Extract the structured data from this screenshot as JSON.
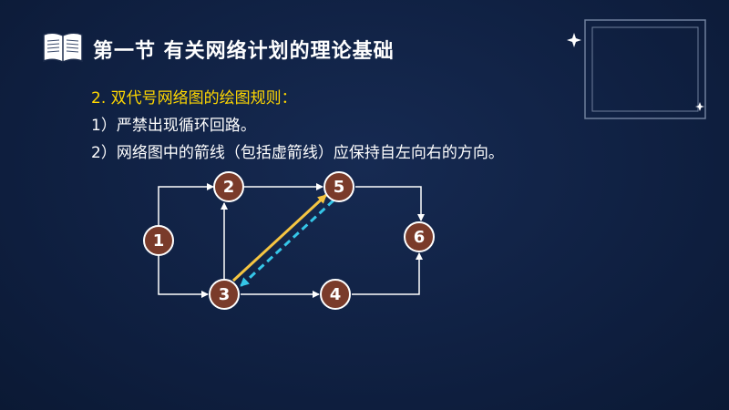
{
  "slide": {
    "title": "第一节 有关网络计划的理论基础",
    "rule_heading": "2. 双代号网络图的绘图规则：",
    "rules": [
      "1）严禁出现循环回路。",
      "2）网络图中的箭线（包括虚箭线）应保持自左向右的方向。"
    ]
  },
  "diagram": {
    "nodes": [
      {
        "id": "1",
        "label": "1"
      },
      {
        "id": "2",
        "label": "2"
      },
      {
        "id": "3",
        "label": "3"
      },
      {
        "id": "4",
        "label": "4"
      },
      {
        "id": "5",
        "label": "5"
      },
      {
        "id": "6",
        "label": "6"
      }
    ],
    "edges": [
      {
        "from": "1",
        "to": "2",
        "style": "solid"
      },
      {
        "from": "1",
        "to": "3",
        "style": "solid"
      },
      {
        "from": "3",
        "to": "2",
        "style": "solid"
      },
      {
        "from": "2",
        "to": "5",
        "style": "solid"
      },
      {
        "from": "3",
        "to": "4",
        "style": "solid"
      },
      {
        "from": "4",
        "to": "6",
        "style": "solid"
      },
      {
        "from": "5",
        "to": "6",
        "style": "solid"
      },
      {
        "from": "3",
        "to": "5",
        "style": "highlight-solid"
      },
      {
        "from": "5",
        "to": "3",
        "style": "highlight-dashed"
      }
    ]
  },
  "icons": [
    "book-icon",
    "sparkle-icon"
  ],
  "colors": {
    "background": "#0f2042",
    "title": "#ffffff",
    "heading": "#ffd700",
    "node_fill": "#7a3b2a",
    "node_border": "#ffffff",
    "edge": "#ffffff",
    "forward_highlight": "#f5c542",
    "backward_dashed": "#35c6e8"
  }
}
